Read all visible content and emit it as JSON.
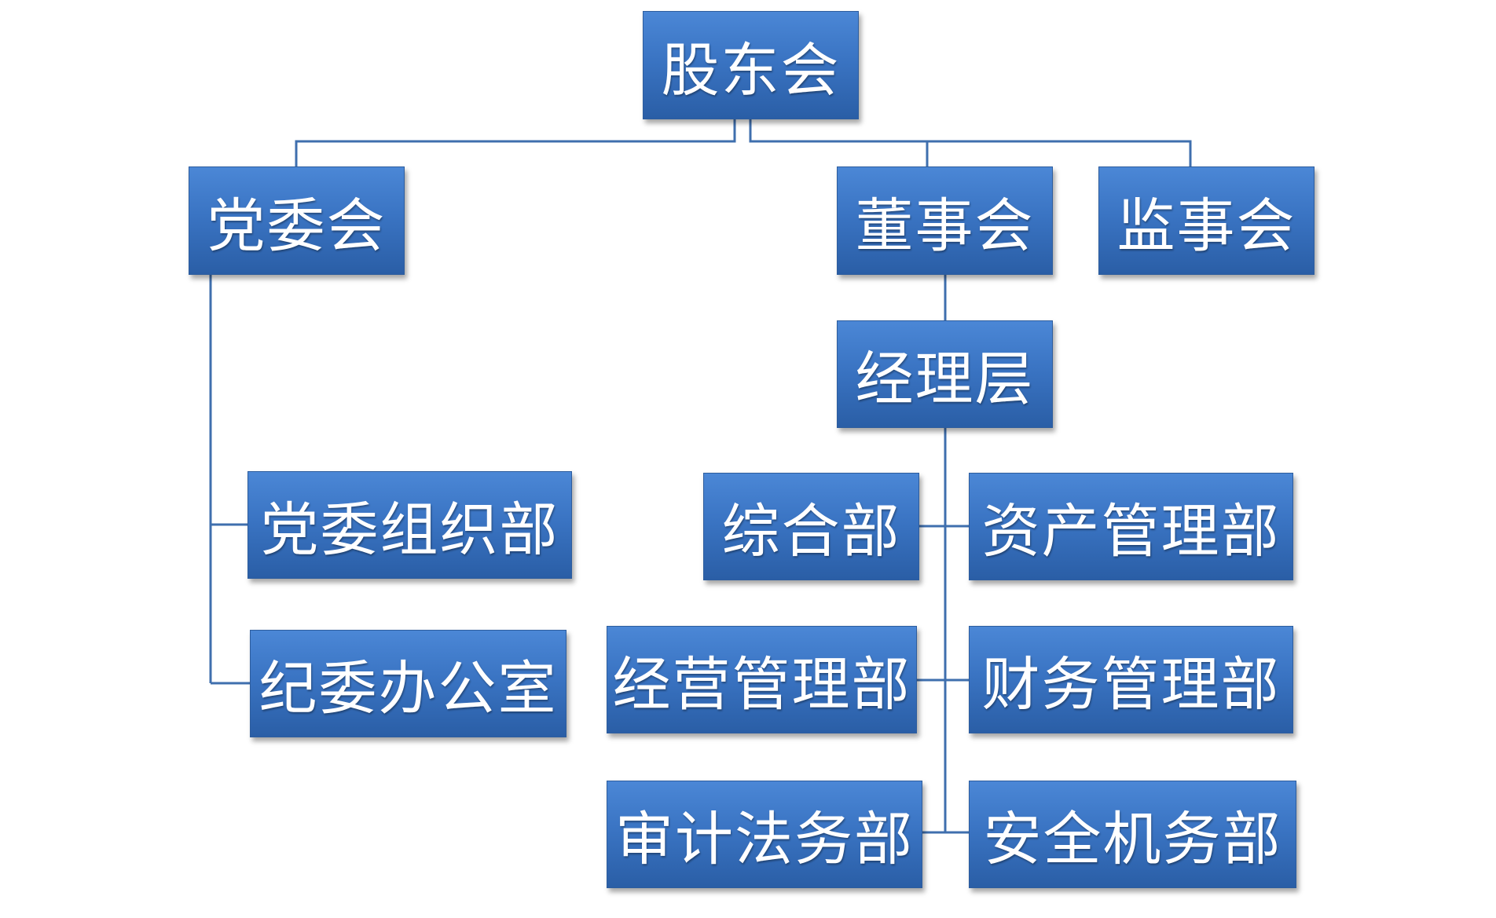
{
  "nodes": {
    "shareholders": "股东会",
    "party_committee": "党委会",
    "board": "董事会",
    "supervisory_board": "监事会",
    "management": "经理层",
    "party_org_dept": "党委组织部",
    "discipline_office": "纪委办公室",
    "general_dept": "综合部",
    "asset_mgmt_dept": "资产管理部",
    "business_mgmt_dept": "经营管理部",
    "finance_mgmt_dept": "财务管理部",
    "audit_legal_dept": "审计法务部",
    "safety_affairs_dept": "安全机务部"
  },
  "colors": {
    "box_top": "#4b87d6",
    "box_bottom": "#2a5ea6",
    "connector": "#3f6fae",
    "text": "#ffffff"
  }
}
